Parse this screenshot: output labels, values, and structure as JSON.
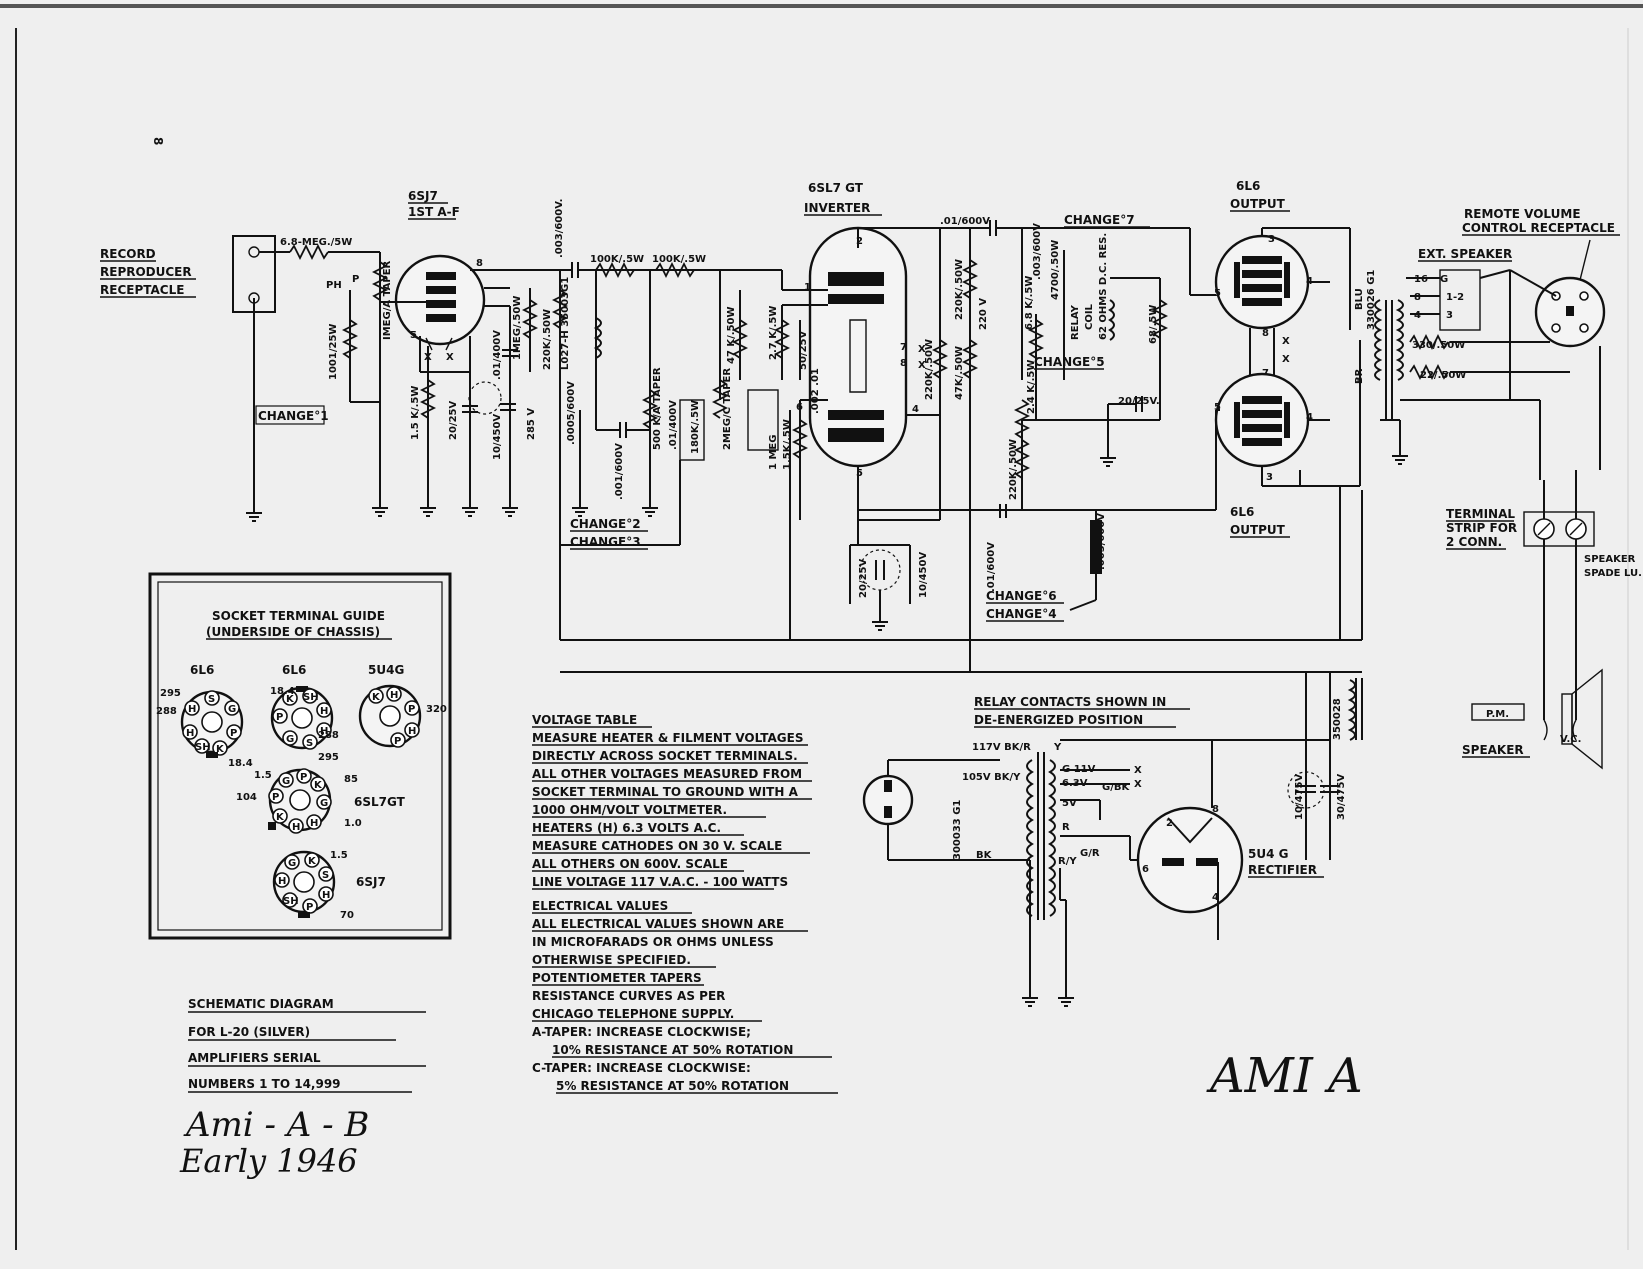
{
  "page": {
    "page_number": "8",
    "handwritten_title": "AMI A",
    "handwritten_model": "Ami - A - B",
    "handwritten_date": "Early 1946"
  },
  "title_block": {
    "line1": "SCHEMATIC DIAGRAM",
    "line2": "FOR L-20 (SILVER)",
    "line3": "AMPLIFIERS SERIAL",
    "line4": "NUMBERS 1 TO 14,999"
  },
  "input": {
    "receptacle": [
      "RECORD",
      "REPRODUCER",
      "RECEPTACLE"
    ],
    "change1": "CHANGE°1",
    "r_series": "6.8-MEG./5W",
    "r_grid": "IMEG/A TAPER",
    "r_cath": "1.5 K/.5W",
    "r_plate": "1001/25W",
    "pin_p": "P",
    "pin_ph": "PH"
  },
  "tubes": {
    "v1": {
      "type": "6SJ7",
      "role": "1ST A-F"
    },
    "v2": {
      "type": "6SL7 GT",
      "role": "INVERTER"
    },
    "v3": {
      "type": "6L6",
      "role": "OUTPUT"
    },
    "v4": {
      "type": "6L6",
      "role": "OUTPUT"
    },
    "v5": {
      "type": "5U4 G",
      "role": "RECTIFIER"
    }
  },
  "stage1": {
    "c_coupling": ".003/600V.",
    "r_load": "1MEG/.50W",
    "c_bypass": "20/25V",
    "r_screen": "220K/.50W",
    "c_screen": ".01/400V",
    "c_dec": "10/450V",
    "v_285": "285 V",
    "c_0005": ".0005/600V",
    "r_plate2": "100K/.5W"
  },
  "tone": {
    "r_100k_a": "100K/.5W",
    "r_100k_b": "100K/.5W",
    "choke": "L027-H 35003G1",
    "c_001": ".001/600V",
    "pot_500k": "500 K/A TAPER",
    "c_01_400": ".01/400V",
    "r_180k": "180K/.5W",
    "pot_2meg": "2MEG/C TAPER",
    "r_47k": "47 K/.50W",
    "change2": "CHANGE°2",
    "change3": "CHANGE°3"
  },
  "inverter": {
    "r_27k": "2.7 K/.5W",
    "c_5025": "50/25V",
    "r_1meg": "1 MEG",
    "c_002": ".002 .01",
    "r_15k": "1.5K/.5W",
    "c_2025": "20/25V",
    "c_10450": "10/450V",
    "c_01_600": ".01/600V",
    "r_220k_a": "220K/.50W",
    "r_220k_b": "220K/.50W",
    "r_47k": "47K/.50W",
    "r_220k_c": "220K/.50W",
    "r_220v": "220 V",
    "pin7": "7",
    "pin8": "8"
  },
  "output_stage": {
    "change4": "CHANGE°4",
    "change5": "CHANGE°5",
    "change6": "CHANGE°6",
    "change7": "CHANGE°7",
    "relay": [
      "RELAY",
      "COIL"
    ],
    "r_4700": "4700/.50W",
    "c_003": ".003/600V",
    "r_62ohm": "62 OHMS D.C. RES.",
    "c_20_25": "20/25V.",
    "r_68": "68/.5W",
    "r_6k8": "6.8 K/.5W",
    "r_2k4": "2.4 K/.5W",
    "c_005": ".005/600V",
    "c_01_600": ".01/600V"
  },
  "speaker": {
    "out_xfmr": "330026 G1",
    "blu": "BLU",
    "br": "BR",
    "r_330": "330/.50W",
    "r_22": "22/.50W",
    "ext": "EXT. SPEAKER",
    "remote": [
      "REMOTE VOLUME",
      "CONTROL RECEPTACLE"
    ],
    "terminal": [
      "TERMINAL",
      "STRIP FOR",
      "2 CONN."
    ],
    "spade": [
      "SPEAKER",
      "SPADE LU."
    ],
    "pm": "P.M.",
    "vc": "V.C.",
    "spk": "SPEAKER",
    "taps": [
      "16",
      "G",
      "8",
      "4",
      "1-2",
      "3"
    ]
  },
  "power": {
    "relay_note": [
      "RELAY CONTACTS SHOWN IN",
      "DE-ENERGIZED POSITION"
    ],
    "xfmr": "300033 G1",
    "choke": "350028",
    "leads": [
      "117V BK/R",
      "105V BK/Y",
      "BK",
      "Y",
      "G 11V",
      "6.3V",
      "G/BK",
      "5V",
      "R",
      "R/Y",
      "G/R"
    ],
    "c_10475": "10/475V",
    "c_30475": "30/475V",
    "x": "X"
  },
  "voltage_table": {
    "heading": "VOLTAGE TABLE",
    "lines": [
      "MEASURE HEATER & FILMENT VOLTAGES",
      "DIRECTLY ACROSS SOCKET TERMINALS.",
      "ALL OTHER VOLTAGES MEASURED FROM",
      "SOCKET TERMINAL TO GROUND WITH A",
      "1000 OHM/VOLT VOLTMETER.",
      "HEATERS (H) 6.3 VOLTS A.C.",
      "MEASURE CATHODES ON 30 V. SCALE",
      "ALL OTHERS ON 600V. SCALE",
      "LINE VOLTAGE 117 V.A.C. - 100 WATTS"
    ],
    "heading2": "ELECTRICAL VALUES",
    "lines2": [
      "ALL ELECTRICAL VALUES SHOWN ARE",
      "IN MICROFARADS OR OHMS UNLESS",
      "OTHERWISE SPECIFIED."
    ],
    "heading3": "POTENTIOMETER TAPERS",
    "lines3": [
      "RESISTANCE CURVES AS PER",
      "CHICAGO TELEPHONE SUPPLY.",
      "A-TAPER:  INCREASE CLOCKWISE;",
      "10% RESISTANCE AT 50% ROTATION",
      "C-TAPER: INCREASE CLOCKWISE:",
      "5% RESISTANCE AT 50% ROTATION"
    ]
  },
  "socket_guide": {
    "title": "SOCKET TERMINAL GUIDE",
    "subtitle": "(UNDERSIDE OF CHASSIS)",
    "s1": {
      "name": "6L6",
      "pins": [
        "S",
        "G",
        "P",
        "H",
        "SH",
        "K",
        "H"
      ],
      "v1": "295",
      "v2": "288",
      "v3": "18.4"
    },
    "s2": {
      "name": "6L6",
      "pins": [
        "K",
        "SH",
        "H",
        "H",
        "P",
        "G",
        "S"
      ],
      "v1": "18.4",
      "v2": "288",
      "v3": "295"
    },
    "s3": {
      "name": "5U4G",
      "pins": [
        "K",
        "H",
        "P",
        "H",
        "P"
      ],
      "v1": "320"
    },
    "s4": {
      "name": "6SL7GT",
      "pins": [
        "G",
        "P",
        "K",
        "G",
        "P",
        "K",
        "H",
        "H"
      ],
      "v1": "1.5",
      "v2": "85",
      "v3": "104",
      "v4": "1.0"
    },
    "s5": {
      "name": "6SJ7",
      "pins": [
        "G",
        "K",
        "S",
        "H",
        "H",
        "SH",
        "P"
      ],
      "v1": "1.5",
      "v2": "70"
    }
  }
}
